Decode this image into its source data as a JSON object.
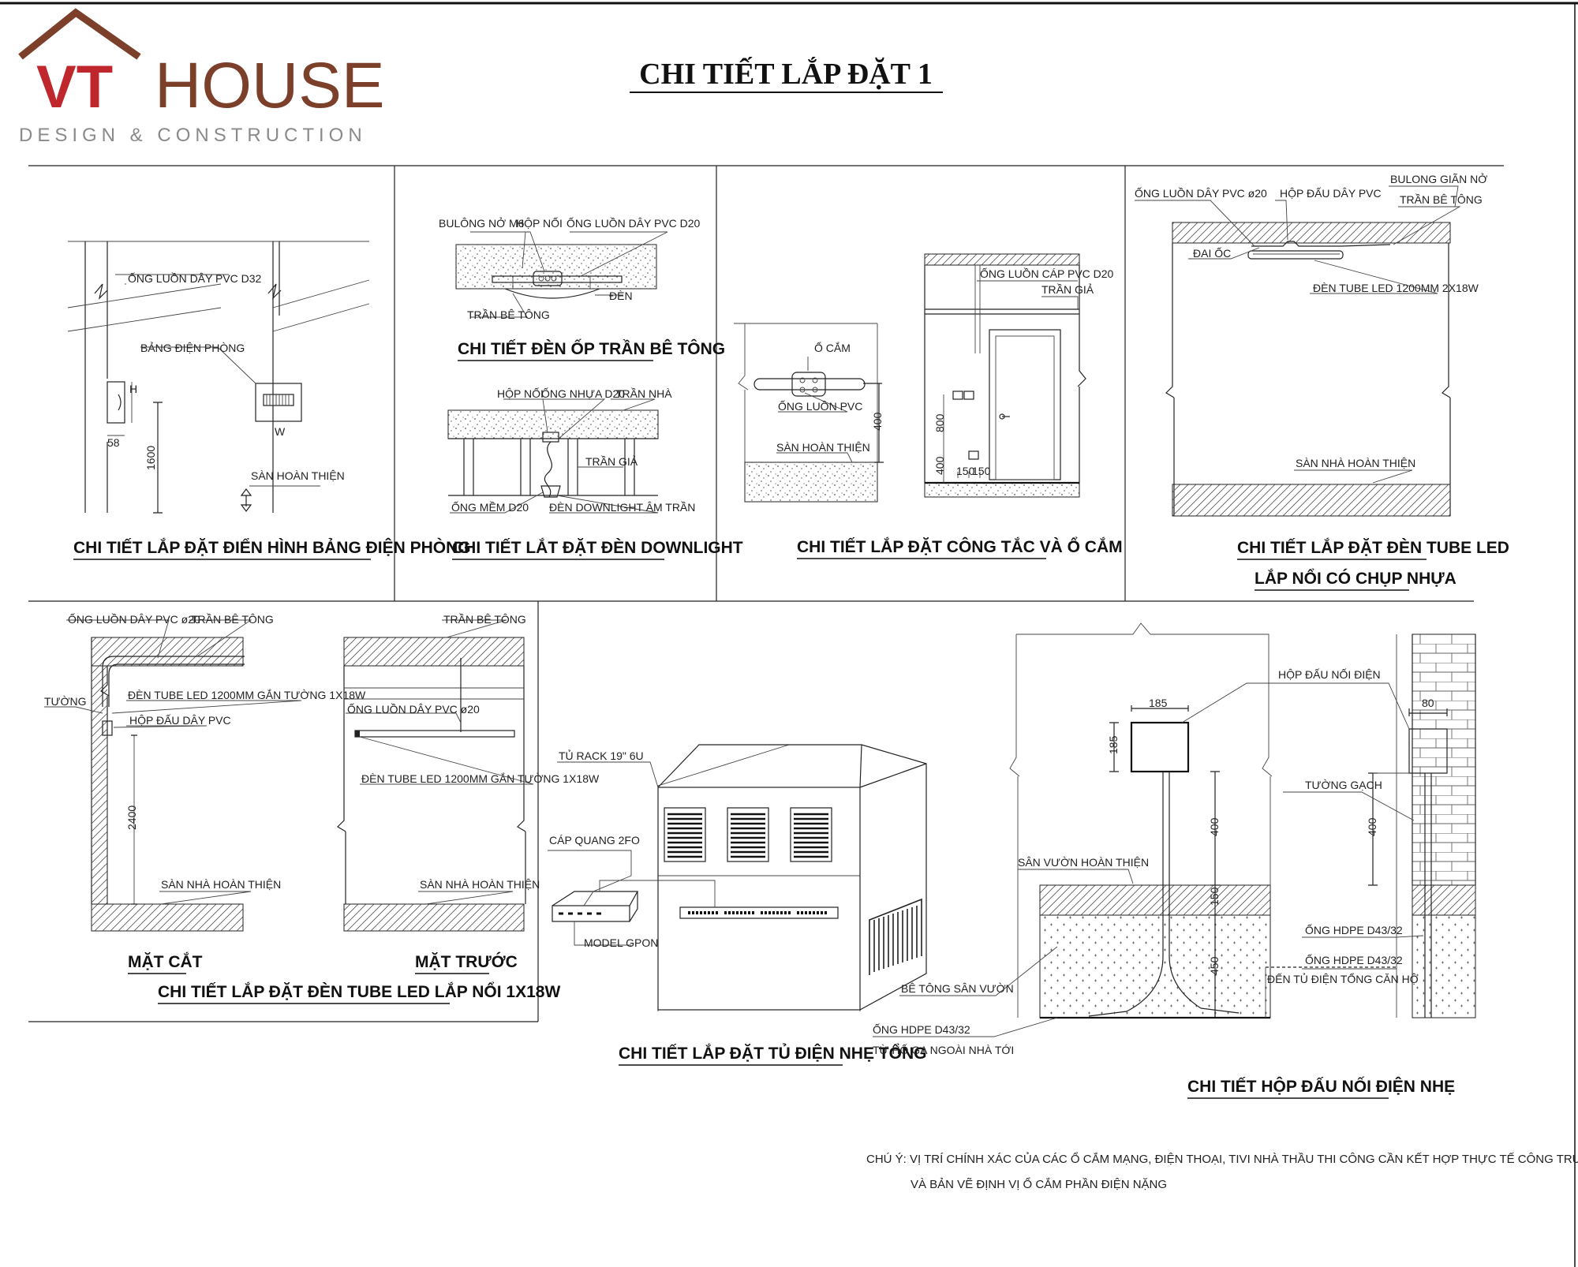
{
  "brand": {
    "logo_mark": "VT",
    "logo_word": "HOUSE",
    "tagline": "DESIGN & CONSTRUCTION",
    "colors": {
      "mark_red": "#c0272d",
      "brown": "#7b3f2a",
      "tagline_gray": "#8a8a8a"
    }
  },
  "sheet_title": "CHI TIẾT LẮP ĐẶT 1",
  "panels": {
    "panel1": {
      "title": "CHI TIẾT LẮP ĐẶT ĐIỂN HÌNH BẢNG ĐIỆN PHÒNG",
      "labels": {
        "conduit": "ỐNG LUỒN DÂY PVC D32",
        "board": "BẢNG ĐIỆN PHÒNG",
        "floor": "SÀN HOÀN THIỆN",
        "dim_h": "H",
        "dim_58": "58",
        "dim_1600": "1600",
        "dim_w": "W"
      }
    },
    "panel2": {
      "title_top": "CHI TIẾT ĐÈN ỐP TRẦN BÊ TÔNG",
      "title_bottom": "CHI TIẾT LẮT ĐẶT ĐÈN DOWNLIGHT",
      "labels": {
        "bolt": "BULÔNG NỞ M6",
        "box": "HỘP NỐI",
        "conduit": "ỐNG LUỒN DÂY PVC D20",
        "lamp": "ĐÈN",
        "ceiling": "TRẦN BÊ TÔNG",
        "box2": "HỘP NỐI",
        "pipe2": "ỐNG NHỰA D20",
        "ceiling2": "TRẦN NHÀ",
        "false_ceiling": "TRẦN GIẢ",
        "flex": "ỐNG MỀM D20",
        "downlight": "ĐÈN DOWNLIGHT ÂM TRẦN"
      }
    },
    "panel3": {
      "title": "CHI TIẾT LẮP ĐẶT CÔNG TẮC VÀ Ổ CẮM",
      "labels": {
        "socket": "Ổ CẮM",
        "conduit": "ỐNG LUỒN PVC",
        "floor": "SÀN HOÀN THIỆN",
        "dim_400": "400",
        "conduit2": "ỐNG LUỒN CÁP PVC D20",
        "false_ceiling": "TRẦN GIẢ",
        "dim_800": "800",
        "dim_400b": "400",
        "dim_150a": "150",
        "dim_150b": "150"
      }
    },
    "panel4": {
      "title_line1": "CHI TIẾT LẮP ĐẶT ĐÈN TUBE LED",
      "title_line2": "LẮP NỔI CÓ CHỤP NHỰA",
      "labels": {
        "conduit": "ỐNG LUỒN DÂY PVC ø20",
        "junction": "HỘP ĐẤU DÂY PVC",
        "bolt": "BULONG GIÃN NỞ",
        "ceiling": "TRẦN BÊ TÔNG",
        "nut": "ĐAI ỐC",
        "tube": "ĐÈN TUBE LED 1200MM 2X18W",
        "floor": "SÀN NHÀ HOÀN THIỆN"
      }
    },
    "panel5": {
      "title": "CHI TIẾT LẮP ĐẶT ĐÈN TUBE LED LẮP NỔI 1X18W",
      "section_label": "MẶT CẮT",
      "front_label": "MẶT TRƯỚC",
      "labels": {
        "conduit": "ỐNG LUỒN DÂY PVC ø20",
        "ceiling": "TRẦN BÊ TÔNG",
        "wall": "TƯỜNG",
        "tube": "ĐÈN TUBE LED 1200MM GẮN TƯỜNG 1X18W",
        "junction": "HỘP ĐẤU DÂY PVC",
        "dim_2400": "2400",
        "floor": "SÀN NHÀ HOÀN THIỆN",
        "ceiling_b": "TRẦN BÊ TÔNG",
        "conduit_b": "ỐNG LUỒN DÂY PVC ø20",
        "tube_b": "ĐÈN TUBE LED 1200MM GẮN TƯỜNG 1X18W",
        "floor_b": "SÀN NHÀ HOÀN THIỆN"
      }
    },
    "panel6": {
      "title": "CHI TIẾT LẮP ĐẶT TỦ ĐIỆN NHẸ TỔNG",
      "labels": {
        "rack": "TỦ RACK 19\" 6U",
        "fiber": "CÁP QUANG 2FO",
        "gpon": "MODEL GPON"
      }
    },
    "panel7": {
      "title": "CHI TIẾT HỘP ĐẤU NỐI ĐIỆN NHẸ",
      "labels": {
        "box": "HỘP ĐẤU NỐI ĐIỆN",
        "dim_185a": "185",
        "dim_185b": "185",
        "dim_80": "80",
        "brick": "TƯỜNG GẠCH",
        "garden": "SÂN VƯỜN HOÀN THIỆN",
        "dim_400a": "400",
        "dim_400b": "400",
        "dim_150": "150",
        "dim_450": "450",
        "hdpe1": "ỐNG HDPE D43/32",
        "hdpe2": "ỐNG HDPE D43/32",
        "to_panel": "ĐẾN TỦ ĐIỆN TỔNG CĂN HỘ",
        "concrete": "BÊ TÔNG SÂN VƯỜN",
        "hdpe3": "ỐNG HDPE D43/32",
        "from_pit": "TỪ HỐ GA NGOÀI NHÀ TỚI"
      }
    }
  },
  "note": {
    "line1": "CHÚ Ý: VỊ TRÍ CHÍNH XÁC CỦA CÁC Ổ CẮM MẠNG, ĐIỆN THOẠI, TIVI NHÀ THẦU THI CÔNG CẦN KẾT HỢP THỰC TẾ CÔNG TRƯỜNG",
    "line2": "VÀ BẢN VẼ ĐỊNH VỊ Ổ CẮM PHẦN ĐIỆN NẶNG"
  }
}
